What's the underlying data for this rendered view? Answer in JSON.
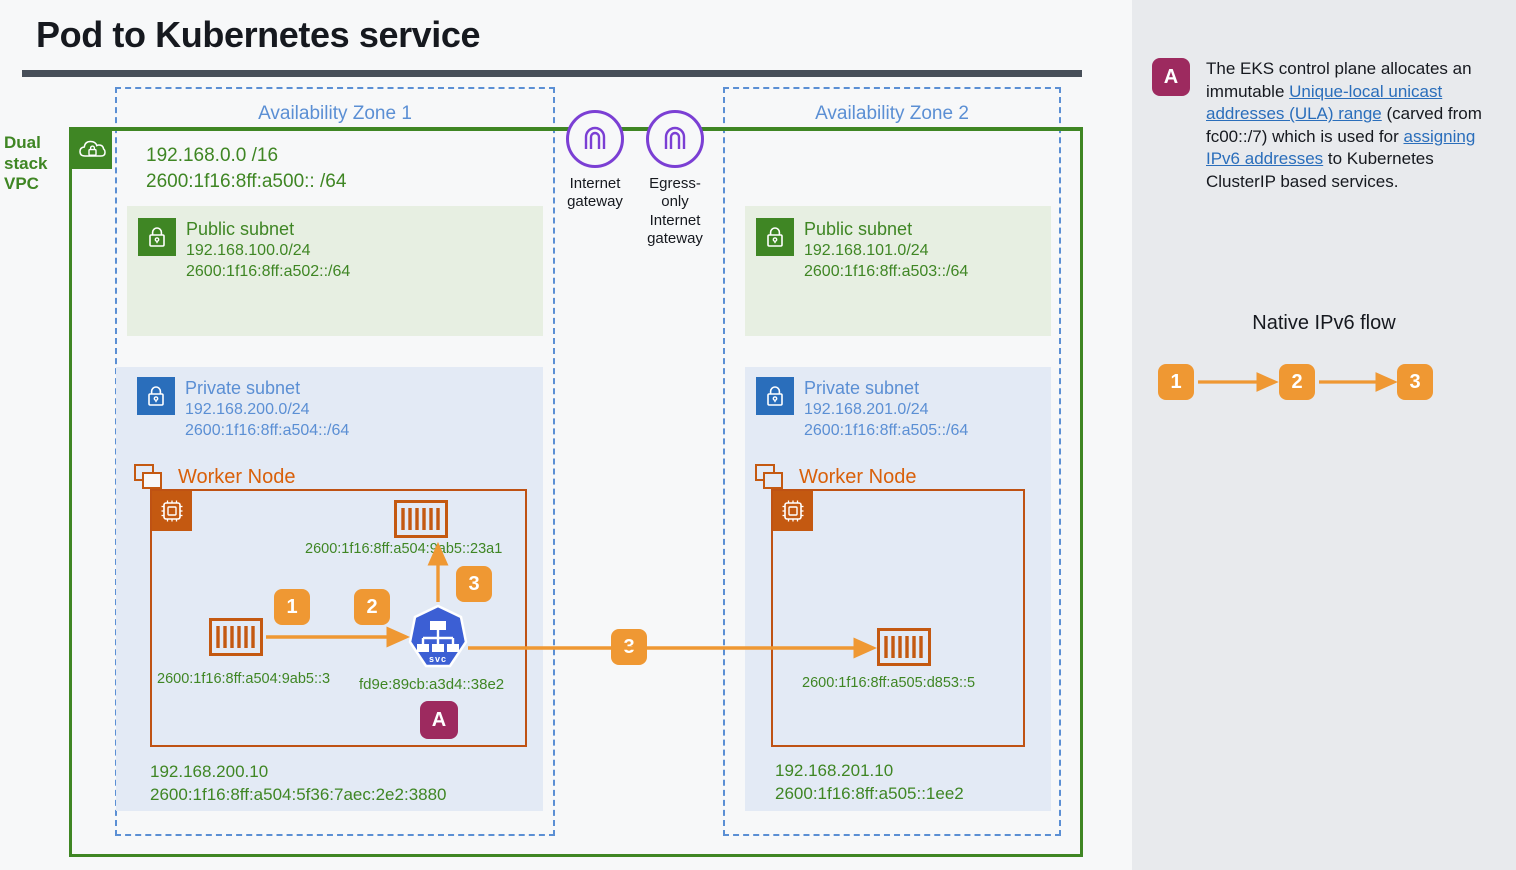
{
  "title": "Pod to Kubernetes service",
  "vpc": {
    "label": "Dual stack VPC",
    "label_lines": [
      "Dual",
      "stack",
      "VPC"
    ],
    "icon": "vpc-cloud-lock-icon",
    "cidr_v4": "192.168.0.0 /16",
    "cidr_v6": "2600:1f16:8ff:a500:: /64"
  },
  "zones": [
    {
      "name": "Availability Zone 1",
      "public_subnet": {
        "name": "Public subnet",
        "cidr_v4": "192.168.100.0/24",
        "cidr_v6": "2600:1f16:8ff:a502::/64"
      },
      "private_subnet": {
        "name": "Private subnet",
        "cidr_v4": "192.168.200.0/24",
        "cidr_v6": "2600:1f16:8ff:a504::/64"
      },
      "worker_node": {
        "label": "Worker Node",
        "node_ipv4": "192.168.200.10",
        "node_ipv6": "2600:1f16:8ff:a504:5f36:7aec:2e2:3880",
        "source_pod_addr": "2600:1f16:8ff:a504:9ab5::3",
        "target_pod_addr": "2600:1f16:8ff:a504:9ab5::23a1",
        "service_addr": "fd9e:89cb:a3d4::38e2",
        "service_icon_label": "svc"
      }
    },
    {
      "name": "Availability Zone 2",
      "public_subnet": {
        "name": "Public subnet",
        "cidr_v4": "192.168.101.0/24",
        "cidr_v6": "2600:1f16:8ff:a503::/64"
      },
      "private_subnet": {
        "name": "Private subnet",
        "cidr_v4": "192.168.201.0/24",
        "cidr_v6": "2600:1f16:8ff:a505::/64"
      },
      "worker_node": {
        "label": "Worker Node",
        "node_ipv4": "192.168.201.10",
        "node_ipv6": "2600:1f16:8ff:a505::1ee2",
        "pod_addr": "2600:1f16:8ff:a505:d853::5"
      }
    }
  ],
  "gateways": [
    {
      "name": "Internet gateway",
      "lines": [
        "Internet",
        "gateway"
      ],
      "icon": "internet-gateway-icon"
    },
    {
      "name": "Egress-only Internet gateway",
      "lines": [
        "Egress-only",
        "Internet",
        "gateway"
      ],
      "icon": "egress-only-internet-gateway-icon"
    }
  ],
  "flow_steps": {
    "step1": "1",
    "step2": "2",
    "step3_local": "3",
    "step3_cross_az": "3",
    "note_marker": "A"
  },
  "sidebar": {
    "note": {
      "marker": "A",
      "segments": [
        {
          "text": "The EKS control plane allocates an immutable ",
          "link": false
        },
        {
          "text": "Unique-local unicast addresses (ULA) range",
          "link": true
        },
        {
          "text": " (carved from fc00::/7) which is used for ",
          "link": false
        },
        {
          "text": "assigning IPv6 addresses",
          "link": true
        },
        {
          "text": " to Kubernetes ClusterIP based services.",
          "link": false
        }
      ]
    },
    "legend": {
      "title": "Native IPv6 flow",
      "steps": [
        "1",
        "2",
        "3"
      ]
    }
  },
  "colors": {
    "vpc_green": "#3f8624",
    "subnet_blue": "#2a6ebb",
    "az_dashed_blue": "#5b8fd4",
    "orange_flow": "#ef9833",
    "worker_orange": "#c45911",
    "k8s_blue": "#3c5fd4",
    "note_maroon": "#9d2a5f",
    "title_rule": "#474f59",
    "sidebar_bg": "#e8eaed"
  }
}
